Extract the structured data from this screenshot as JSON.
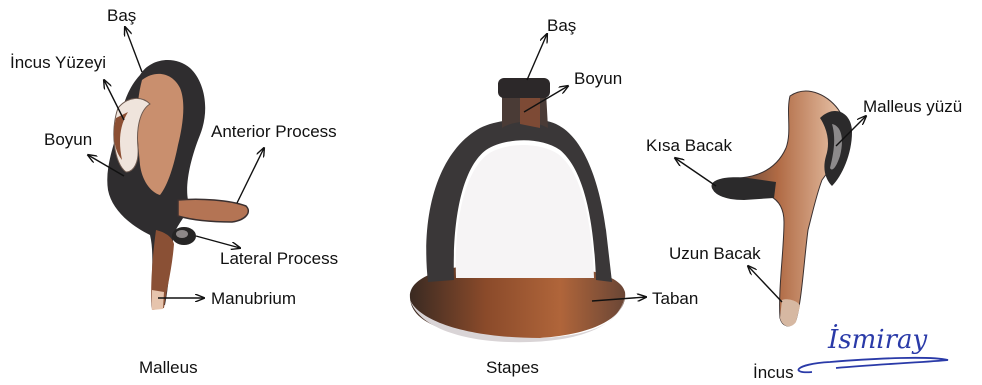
{
  "malleus": {
    "caption": "Malleus",
    "labels": {
      "bas": "Baş",
      "incus_yuzeyi": "İncus Yüzeyi",
      "boyun": "Boyun",
      "anterior_process": "Anterior Process",
      "lateral_process": "Lateral Process",
      "manubrium": "Manubrium"
    }
  },
  "stapes": {
    "caption": "Stapes",
    "labels": {
      "bas": "Baş",
      "boyun": "Boyun",
      "taban": "Taban"
    }
  },
  "incus": {
    "caption": "İncus",
    "labels": {
      "malleus_yuzu": "Malleus yüzü",
      "kisa_bacak": "Kısa Bacak",
      "uzun_bacak": "Uzun Bacak"
    }
  },
  "signature": "İsmiray",
  "colors": {
    "bone_brown": "#a5623a",
    "bone_dark": "#2b2a2b",
    "signature_blue": "#2a3aa8"
  }
}
